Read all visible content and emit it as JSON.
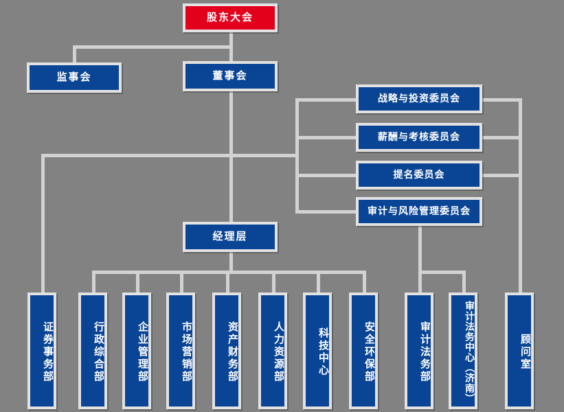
{
  "diagram": {
    "title_node": "股东大会",
    "background_color": "#828282",
    "accent_red": "#e3001b",
    "accent_blue": "#0a4595",
    "line_color": "#d2d2d2",
    "border_color": "#e2e2e2"
  },
  "nodes": {
    "shareholders_meeting": "股东大会",
    "supervisory_board": "监事会",
    "board_of_directors": "董事会",
    "management_layer": "经理层"
  },
  "committees": [
    {
      "label": "战略与投资委员会"
    },
    {
      "label": "薪酬与考核委员会"
    },
    {
      "label": "提名委员会"
    },
    {
      "label": "审计与风险管理委员会"
    }
  ],
  "departments": [
    {
      "label": "证券事务部"
    },
    {
      "label": "行政综合部"
    },
    {
      "label": "企业管理部"
    },
    {
      "label": "市场营销部"
    },
    {
      "label": "资产财务部"
    },
    {
      "label": "人力资源部"
    },
    {
      "label": "科技中心"
    },
    {
      "label": "安全环保部"
    },
    {
      "label": "审计法务部"
    },
    {
      "label": "审计法务中心（济南）"
    },
    {
      "label": "顾问室"
    }
  ]
}
